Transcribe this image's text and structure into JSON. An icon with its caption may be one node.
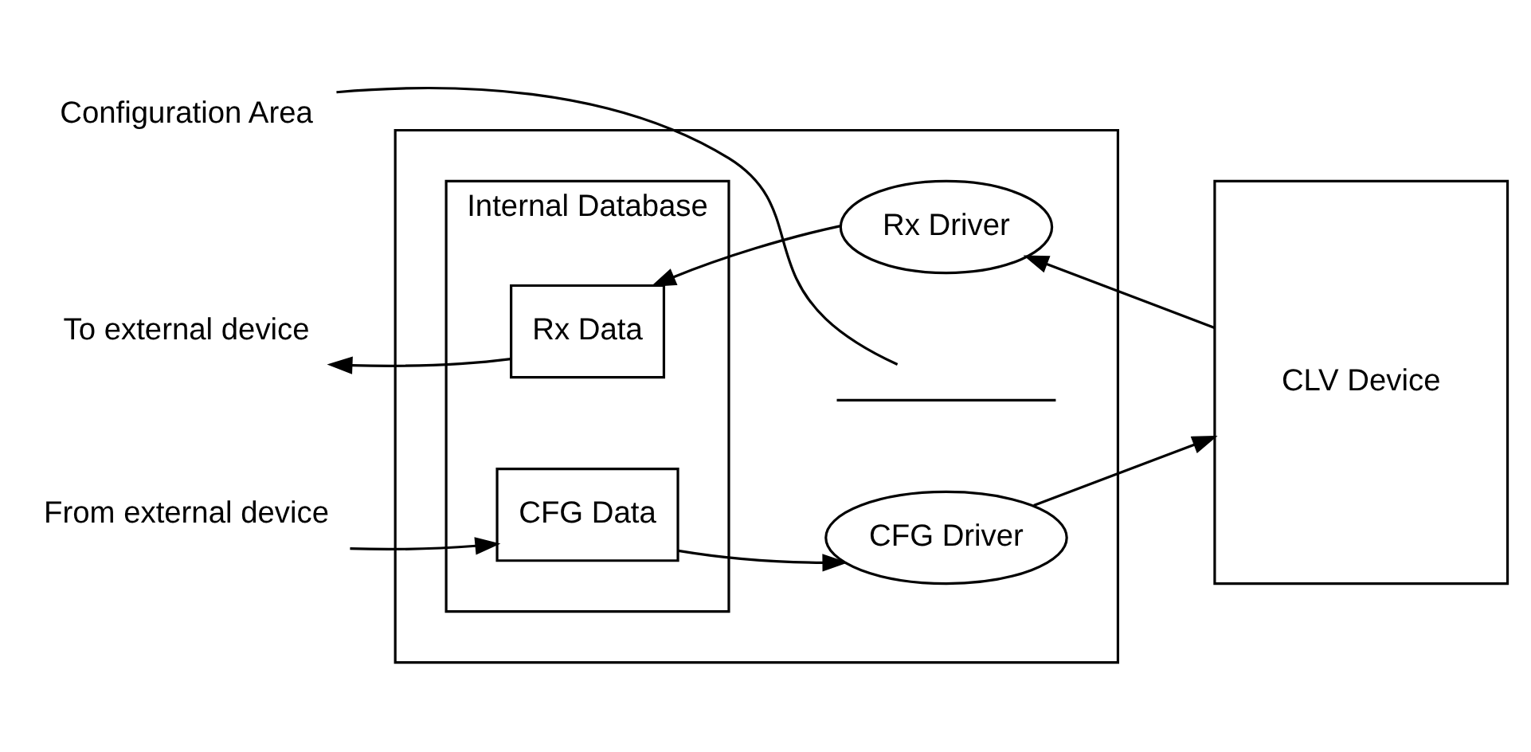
{
  "diagram": {
    "nodes": [
      {
        "text": [],
        "shape": "box"
      },
      {
        "text": [
          "Internal Database"
        ],
        "in": 0
      },
      {
        "text": [
          "Rx Data"
        ],
        "in": 1
      },
      {
        "text": [
          "CFG Data"
        ],
        "in": 1
      },
      {
        "text": [
          "Rx Driver"
        ],
        "in": 0
      },
      {
        "text": [
          "CFG Driver"
        ],
        "in": 0
      },
      {
        "text": [
          "CLV Device"
        ]
      },
      {
        "text": [
          "To external device"
        ]
      },
      {
        "text": [
          "From external device"
        ]
      },
      {
        "text": [
          "Configuration Area"
        ]
      },
      {
        "text": [],
        "shape": "bracket",
        "in": 0
      }
    ],
    "edges": [
      {
        "from": 2,
        "to": 7,
        "arrow": "to"
      },
      {
        "from": 4,
        "to": 2,
        "arrow": "to"
      },
      {
        "from": 6,
        "to": 4,
        "arrow": "to"
      },
      {
        "from": 8,
        "to": 3,
        "arrow": "to"
      },
      {
        "from": 3,
        "to": 5,
        "arrow": "to"
      },
      {
        "from": 5,
        "to": 6,
        "arrow": "to"
      },
      {
        "from": 9,
        "to": 10,
        "arrow": "none"
      }
    ]
  }
}
